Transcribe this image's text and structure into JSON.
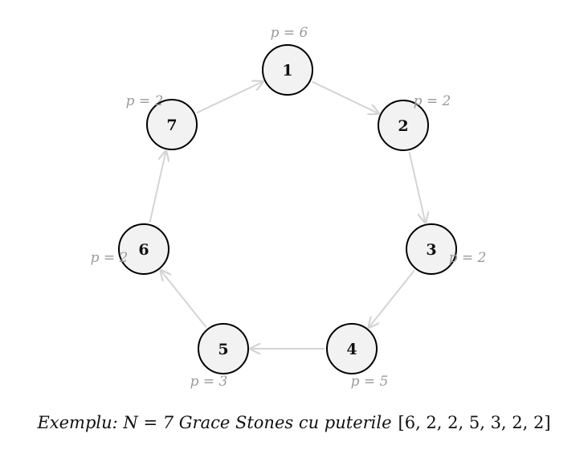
{
  "diagram": {
    "nodes": [
      {
        "id": "1",
        "power_label": "p = 6"
      },
      {
        "id": "2",
        "power_label": "p = 2"
      },
      {
        "id": "3",
        "power_label": "p = 2"
      },
      {
        "id": "4",
        "power_label": "p = 5"
      },
      {
        "id": "5",
        "power_label": "p = 3"
      },
      {
        "id": "6",
        "power_label": "p = 2"
      },
      {
        "id": "7",
        "power_label": "p = 2"
      }
    ],
    "edges": [
      [
        "1",
        "2"
      ],
      [
        "2",
        "3"
      ],
      [
        "3",
        "4"
      ],
      [
        "4",
        "5"
      ],
      [
        "5",
        "6"
      ],
      [
        "6",
        "7"
      ],
      [
        "7",
        "1"
      ]
    ],
    "colors": {
      "edge": "#d4d4d4",
      "node_fill": "#f2f2f2",
      "label": "#9a9a9a"
    }
  },
  "caption": {
    "text": "Exemplu: N = 7 Grace Stones cu puterile",
    "list": "[6, 2, 2, 5, 3, 2, 2]"
  }
}
